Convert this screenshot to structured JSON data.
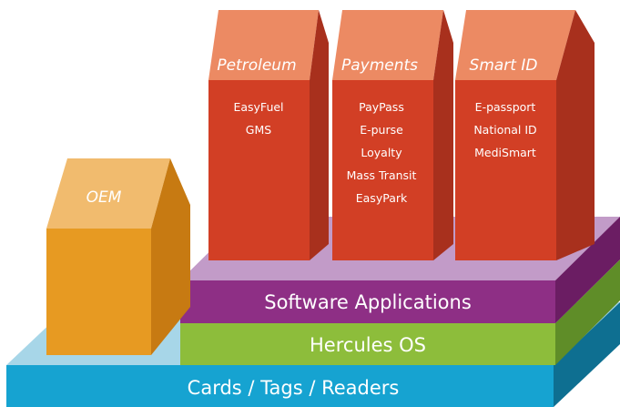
{
  "layers": {
    "base": "Cards / Tags / Readers",
    "os": "Hercules OS",
    "apps": "Software Applications"
  },
  "oem": {
    "title": "OEM"
  },
  "buildings": [
    {
      "title": "Petroleum",
      "items": [
        "EasyFuel",
        "GMS"
      ]
    },
    {
      "title": "Payments",
      "items": [
        "PayPass",
        "E-purse",
        "Loyalty",
        "Mass Transit",
        "EasyPark"
      ]
    },
    {
      "title": "Smart ID",
      "items": [
        "E-passport",
        "National ID",
        "MediSmart"
      ]
    }
  ],
  "colors": {
    "cards_front": "#16a3d1",
    "cards_top": "#a7d6e8",
    "cards_side": "#0e6f91",
    "os_front": "#8dbd3b",
    "os_side": "#5f8d28",
    "apps_front": "#8e2f85",
    "apps_top": "#c29bc8",
    "apps_side": "#6b1d63",
    "oem_front": "#e79a22",
    "oem_side": "#c77a12",
    "oem_roof": "#f1bb6e",
    "tower_front": "#d23f25",
    "tower_side": "#a8301d",
    "tower_roof": "#ec8a63"
  }
}
